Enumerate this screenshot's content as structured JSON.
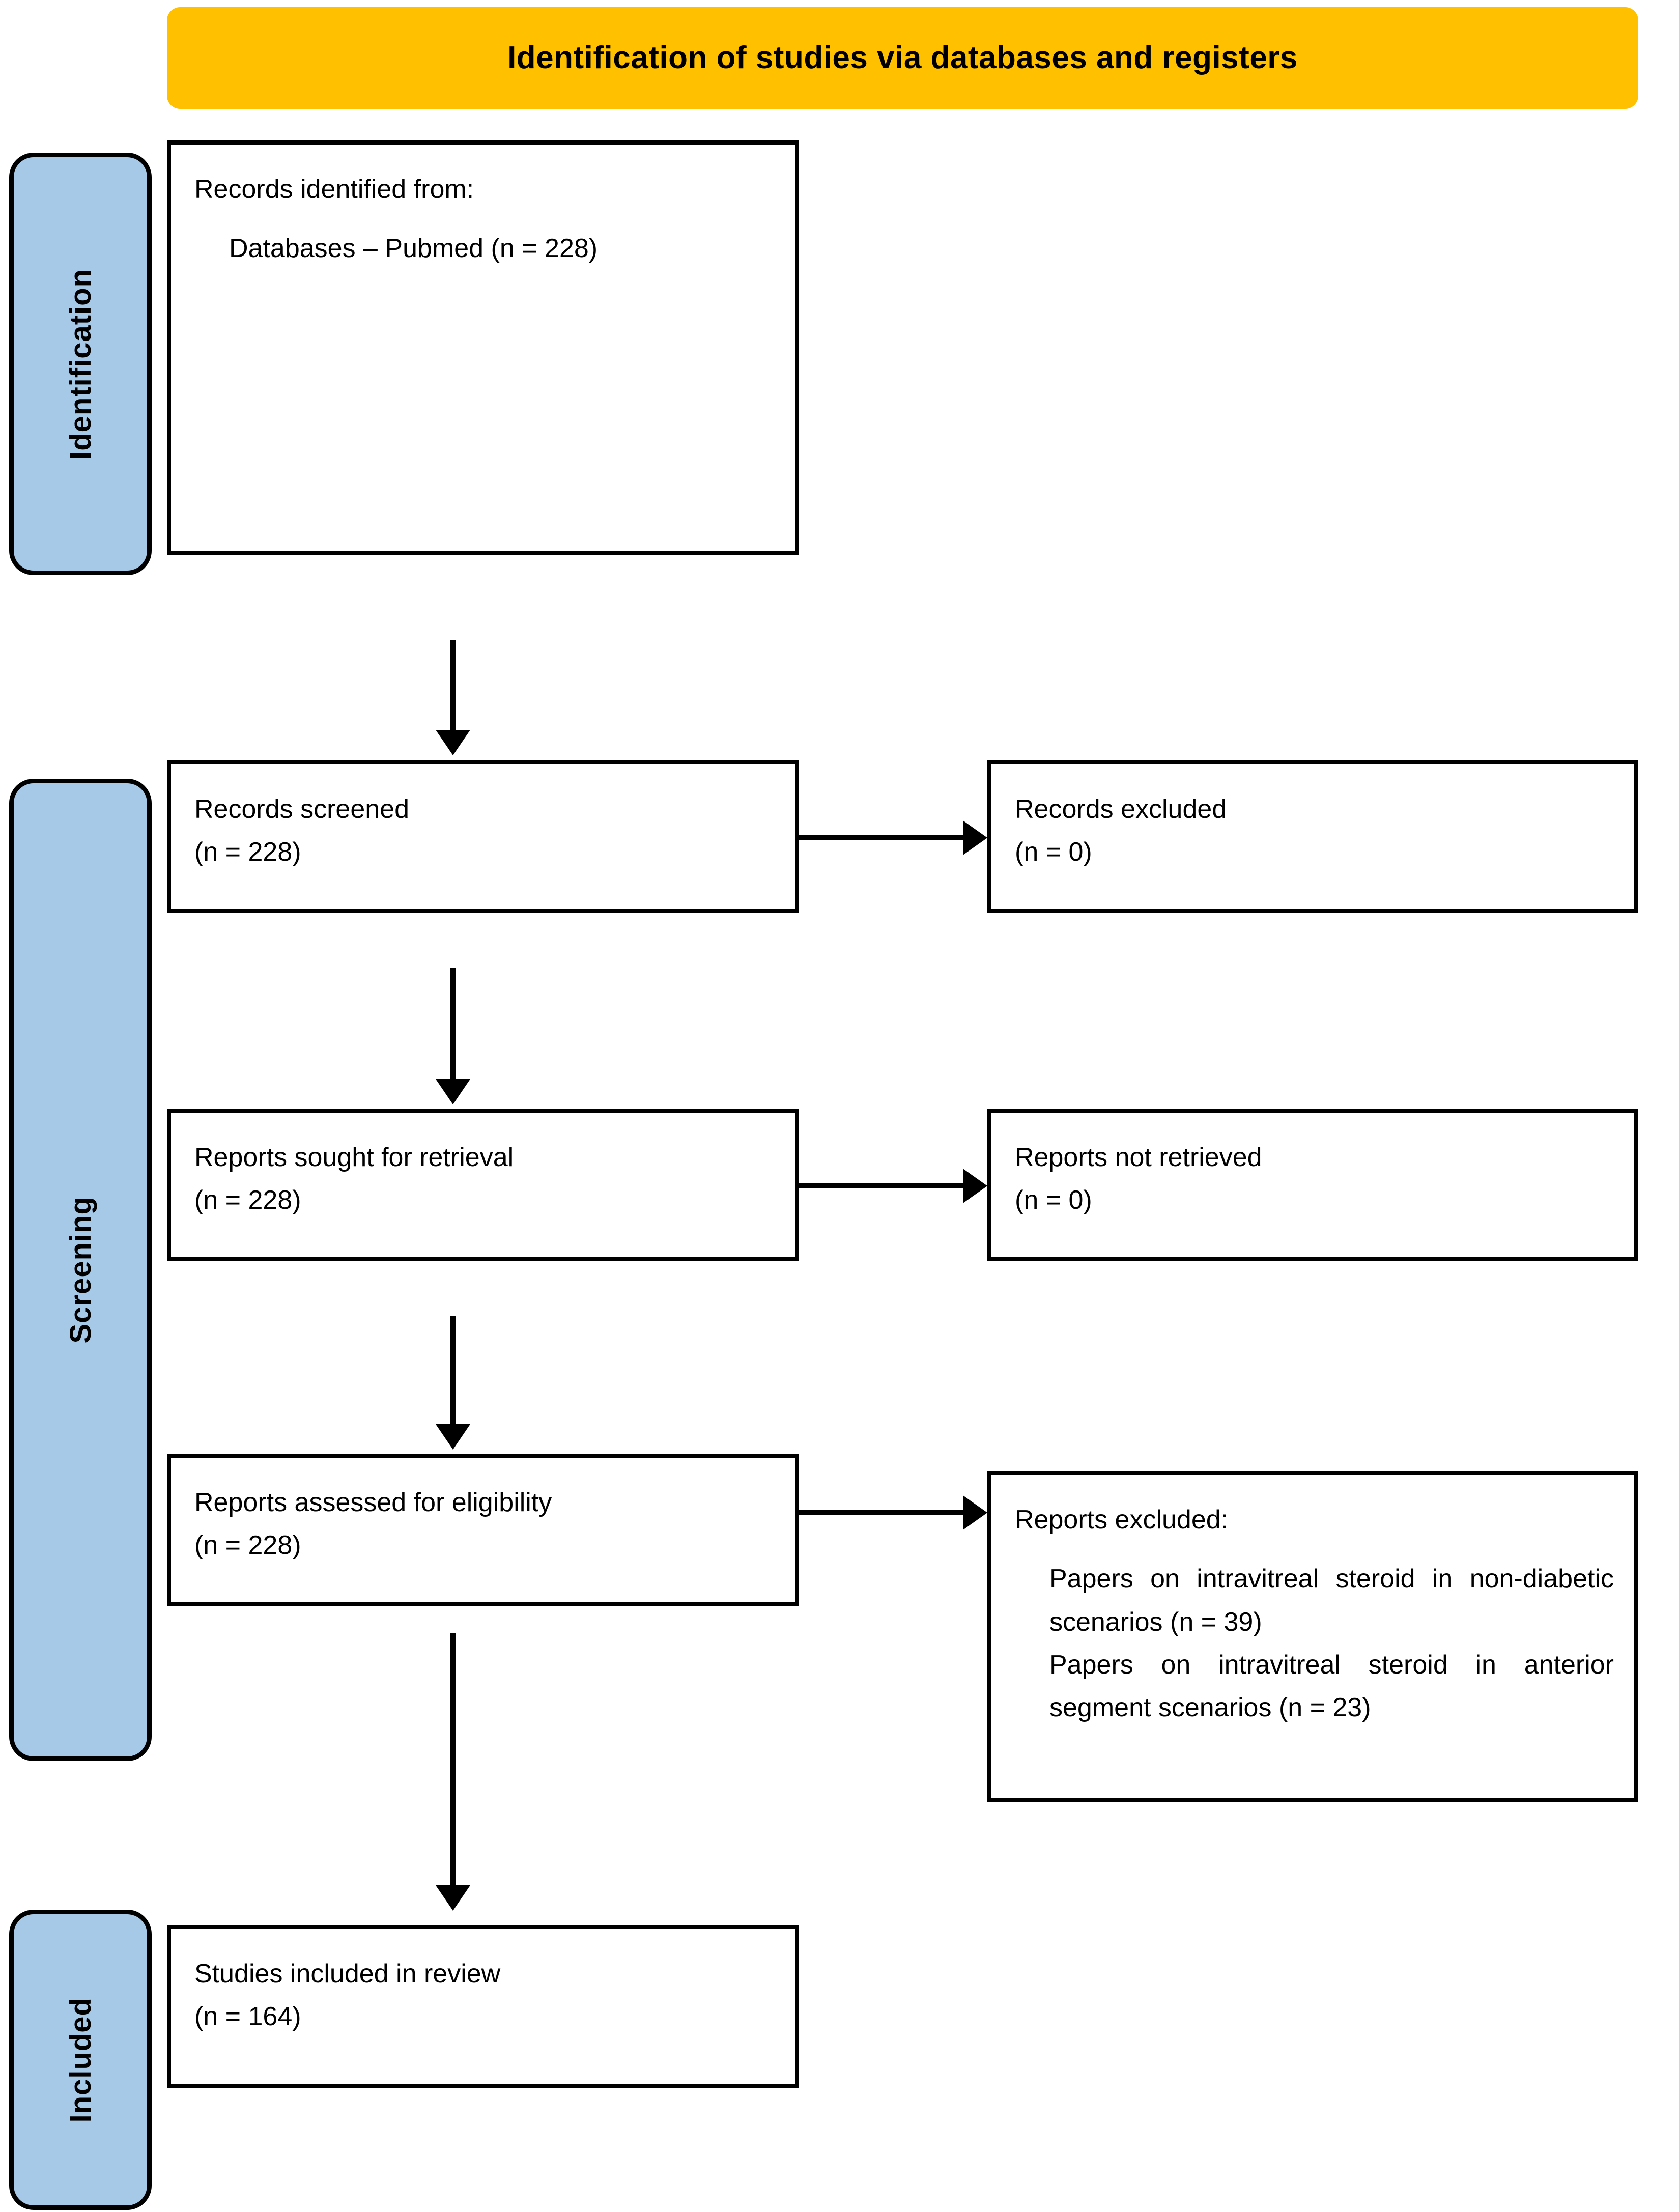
{
  "colors": {
    "banner_bg": "#FFC000",
    "stage_bg": "#A6C9E8",
    "border": "#000000",
    "text": "#000000"
  },
  "banner": {
    "title": "Identification of studies via databases and registers"
  },
  "stages": [
    {
      "id": "identification",
      "label": "Identification"
    },
    {
      "id": "screening",
      "label": "Screening"
    },
    {
      "id": "included",
      "label": "Included"
    }
  ],
  "boxes": {
    "identified": {
      "line1": "Records identified from:",
      "line2": "Databases  –  Pubmed  (n  =  228)"
    },
    "screened": {
      "line1": "Records screened",
      "line2": "(n = 228)"
    },
    "records_excluded": {
      "line1": "Records excluded",
      "line2": "(n = 0)"
    },
    "sought": {
      "line1": "Reports sought for retrieval",
      "line2": "(n = 228)"
    },
    "not_retrieved": {
      "line1": "Reports not retrieved",
      "line2": "(n = 0)"
    },
    "assessed": {
      "line1": "Reports assessed for eligibility",
      "line2": "(n = 228)"
    },
    "reports_excluded": {
      "line1": "Reports excluded:",
      "line2": "Papers on intravitreal steroid in non-diabetic scenarios (n = 39)",
      "line3": "Papers on intravitreal steroid in anterior segment scenarios (n = 23)"
    },
    "included": {
      "line1": "Studies included in review",
      "line2": "(n = 164)"
    }
  },
  "arrows": [
    {
      "id": "arrow-1",
      "direction": "down",
      "from": "identified",
      "to": "screened"
    },
    {
      "id": "arrow-2",
      "direction": "down",
      "from": "screened",
      "to": "sought"
    },
    {
      "id": "arrow-3",
      "direction": "down",
      "from": "sought",
      "to": "assessed"
    },
    {
      "id": "arrow-4",
      "direction": "down",
      "from": "assessed",
      "to": "included"
    },
    {
      "id": "arrow-h1",
      "direction": "right",
      "from": "screened",
      "to": "records_excluded"
    },
    {
      "id": "arrow-h2",
      "direction": "right",
      "from": "sought",
      "to": "not_retrieved"
    },
    {
      "id": "arrow-h3",
      "direction": "right",
      "from": "assessed",
      "to": "reports_excluded"
    }
  ]
}
